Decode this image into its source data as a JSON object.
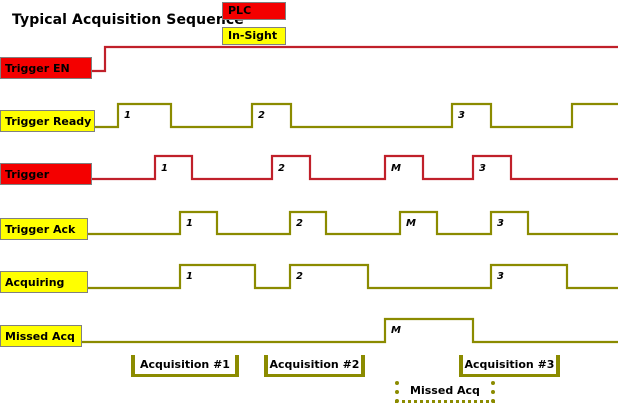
{
  "title": "Typical Acquisition Sequence",
  "colors": {
    "plc": "#f40000",
    "insight": "#ffff00",
    "wave_red": "#c0202a",
    "wave_yellow": "#8b8b00",
    "bracket": "#8b8b00",
    "border": "#808080",
    "background": "#ffffff",
    "text": "#000000"
  },
  "legend": [
    {
      "label": "PLC",
      "color": "#f40000",
      "name": "legend-chip-plc"
    },
    {
      "label": "In-Sight",
      "color": "#ffff00",
      "name": "legend-chip-insight"
    }
  ],
  "signals": [
    {
      "name": "Trigger EN",
      "owner": "PLC",
      "color": "#f40000",
      "wave_color": "#c0202a",
      "pulses": []
    },
    {
      "name": "Trigger Ready",
      "owner": "In-Sight",
      "color": "#ffff00",
      "wave_color": "#8b8b00",
      "pulses": [
        {
          "label": "1"
        },
        {
          "label": "2"
        },
        {
          "label": "3"
        }
      ]
    },
    {
      "name": "Trigger",
      "owner": "PLC",
      "color": "#f40000",
      "wave_color": "#c0202a",
      "pulses": [
        {
          "label": "1"
        },
        {
          "label": "2"
        },
        {
          "label": "M"
        },
        {
          "label": "3"
        }
      ]
    },
    {
      "name": "Trigger Ack",
      "owner": "In-Sight",
      "color": "#ffff00",
      "wave_color": "#8b8b00",
      "pulses": [
        {
          "label": "1"
        },
        {
          "label": "2"
        },
        {
          "label": "M"
        },
        {
          "label": "3"
        }
      ]
    },
    {
      "name": "Acquiring",
      "owner": "In-Sight",
      "color": "#ffff00",
      "wave_color": "#8b8b00",
      "pulses": [
        {
          "label": "1"
        },
        {
          "label": "2"
        },
        {
          "label": "3"
        }
      ]
    },
    {
      "name": "Missed Acq",
      "owner": "In-Sight",
      "color": "#ffff00",
      "wave_color": "#8b8b00",
      "pulses": [
        {
          "label": "M"
        }
      ]
    }
  ],
  "annotations": [
    {
      "label": "Acquisition #1",
      "style": "solid"
    },
    {
      "label": "Acquisition #2",
      "style": "solid"
    },
    {
      "label": "Acquisition #3",
      "style": "solid"
    },
    {
      "label": "Missed Acq",
      "style": "dotted"
    }
  ]
}
